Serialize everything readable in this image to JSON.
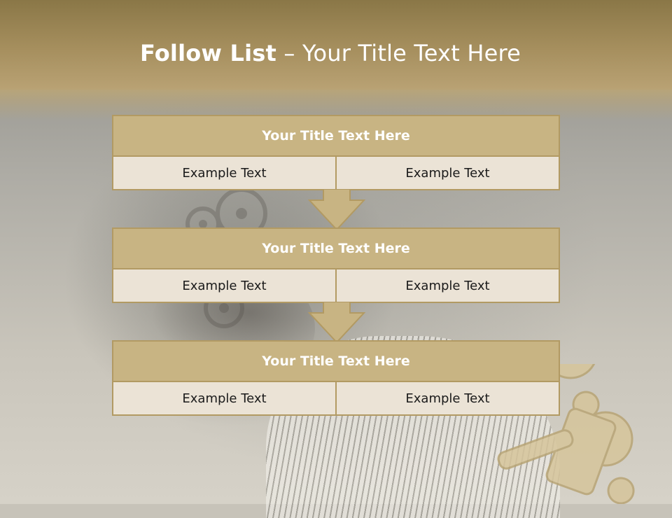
{
  "slide": {
    "title_bold": "Follow List",
    "title_rest": " – Your Title Text Here"
  },
  "boxes": [
    {
      "title": "Your Title Text Here",
      "left": "Example Text",
      "right": "Example Text"
    },
    {
      "title": "Your Title Text Here",
      "left": "Example Text",
      "right": "Example Text"
    },
    {
      "title": "Your Title Text Here",
      "left": "Example Text",
      "right": "Example Text"
    }
  ],
  "colors": {
    "header": "#a68f5e",
    "box_title": "#c8b483",
    "box_border": "#b29a63",
    "box_cell": "#ebe3d6"
  },
  "icons": [
    "down-arrow-icon",
    "wind-up-key-icon",
    "gears-icon"
  ]
}
